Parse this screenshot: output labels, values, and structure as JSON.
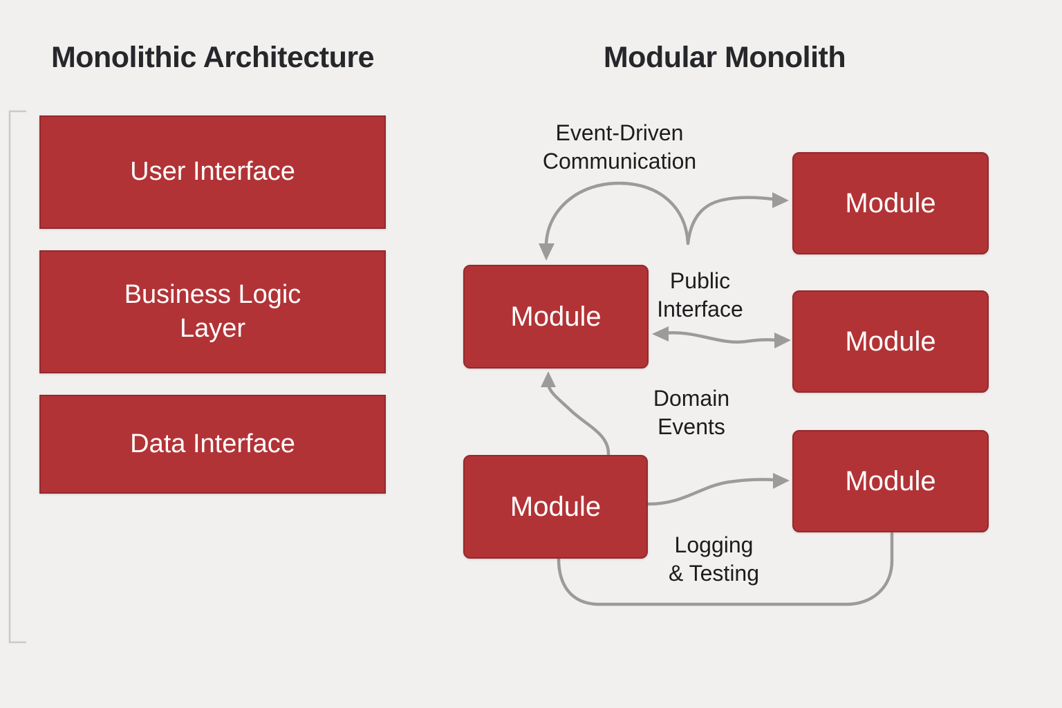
{
  "colors": {
    "background": "#f2f0ee",
    "box_red": "#b23336",
    "box_border_red": "#95282c",
    "box_text": "#ffffff",
    "arrow_gray": "#9b9b9b",
    "bracket_gray": "#cbcac7",
    "title_text": "#26272b",
    "note_text": "#1c1c1e"
  },
  "left_panel": {
    "title": "Monolithic Architecture",
    "layers": [
      {
        "label": "User Interface"
      },
      {
        "label": "Business Logic\nLayer"
      },
      {
        "label": "Data Interface"
      }
    ]
  },
  "right_panel": {
    "title": "Modular Monolith",
    "modules": [
      {
        "id": "center",
        "label": "Module"
      },
      {
        "id": "top-right",
        "label": "Module"
      },
      {
        "id": "mid-right",
        "label": "Module"
      },
      {
        "id": "bottom-right",
        "label": "Module"
      },
      {
        "id": "bottom-left",
        "label": "Module"
      }
    ],
    "annotations": [
      {
        "id": "event-driven",
        "label": "Event-Driven\nCommunication"
      },
      {
        "id": "public-interface",
        "label": "Public\nInterface"
      },
      {
        "id": "domain-events",
        "label": "Domain\nEvents"
      },
      {
        "id": "logging-testing",
        "label": "Logging\n& Testing"
      }
    ]
  }
}
